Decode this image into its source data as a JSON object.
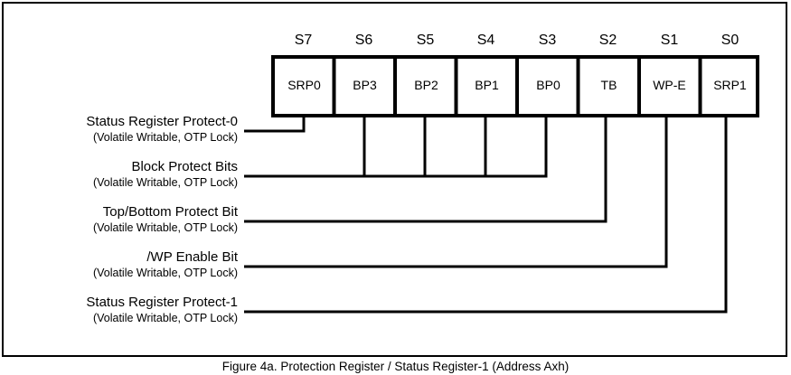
{
  "bits": [
    {
      "num": "S7",
      "name": "SRP0"
    },
    {
      "num": "S6",
      "name": "BP3"
    },
    {
      "num": "S5",
      "name": "BP2"
    },
    {
      "num": "S4",
      "name": "BP1"
    },
    {
      "num": "S3",
      "name": "BP0"
    },
    {
      "num": "S2",
      "name": "TB"
    },
    {
      "num": "S1",
      "name": "WP-E"
    },
    {
      "num": "S0",
      "name": "SRP1"
    }
  ],
  "labels": [
    {
      "title": "Status Register Protect-0",
      "sub": "(Volatile Writable, OTP Lock)"
    },
    {
      "title": "Block Protect Bits",
      "sub": "(Volatile Writable, OTP Lock)"
    },
    {
      "title": "Top/Bottom Protect Bit",
      "sub": "(Volatile Writable, OTP Lock)"
    },
    {
      "title": "/WP Enable Bit",
      "sub": "(Volatile Writable, OTP Lock)"
    },
    {
      "title": "Status Register Protect-1",
      "sub": "(Volatile Writable, OTP Lock)"
    }
  ],
  "caption": "Figure 4a. Protection Register / Status Register-1 (Address Axh)"
}
